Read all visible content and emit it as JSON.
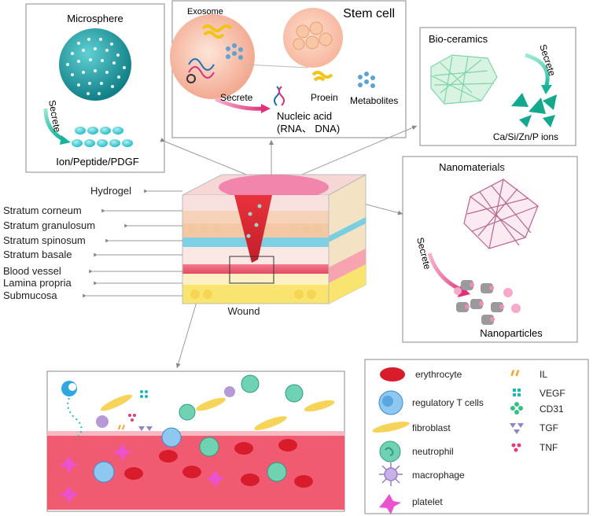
{
  "panels": {
    "microsphere": {
      "title": "Microsphere",
      "secrete": "Secrete",
      "product": "Ion/Peptide/PDGF"
    },
    "stemcell": {
      "title": "Stem cell",
      "exosome": "Exosome",
      "secrete": "Secrete",
      "nucleic_line1": "Nucleic acid",
      "nucleic_line2": "(RNA、 DNA)",
      "protein": "Proein",
      "metabolites": "Metabolites"
    },
    "bioceramics": {
      "title": "Bio-ceramics",
      "secrete": "Secrete",
      "product": "Ca/Si/Zn/P ions"
    },
    "nanomaterials": {
      "title": "Nanomaterials",
      "secrete": "Secrete",
      "product": "Nanoparticles"
    }
  },
  "skin_layers": [
    "Hydrogel",
    "Stratum corneum",
    "Stratum granulosum",
    "Stratum spinosum",
    "Stratum basale",
    "Blood vessel",
    "Lamina propria",
    "Submucosa"
  ],
  "wound_label": "Wound",
  "legend": {
    "cells": [
      "erythrocyte",
      "regulatory T cells",
      "fibroblast",
      "neutrophil",
      "macrophage",
      "platelet"
    ],
    "factors": [
      "IL",
      "VEGF",
      "CD31",
      "TGF",
      "TNF"
    ]
  }
}
